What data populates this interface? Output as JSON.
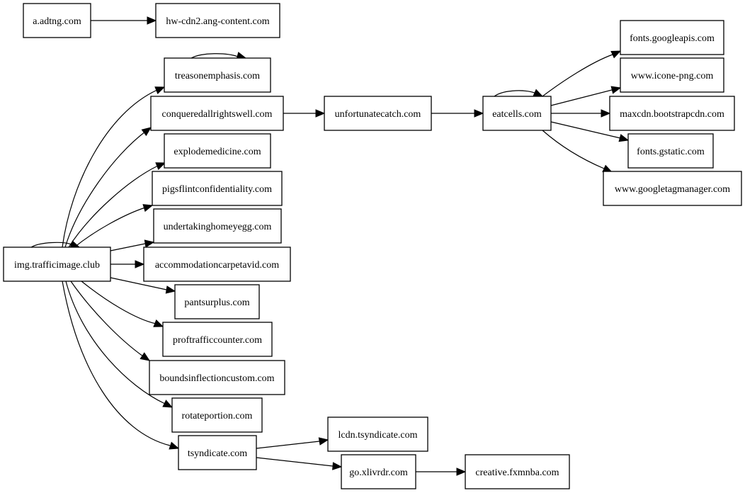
{
  "nodes": [
    {
      "id": "a_adtng",
      "label": "a.adtng.com"
    },
    {
      "id": "hw_cdn2",
      "label": "hw-cdn2.ang-content.com"
    },
    {
      "id": "treasonemphasis",
      "label": "treasonemphasis.com"
    },
    {
      "id": "conqueredallrightswell",
      "label": "conqueredallrightswell.com"
    },
    {
      "id": "unfortunatecatch",
      "label": "unfortunatecatch.com"
    },
    {
      "id": "eatcells",
      "label": "eatcells.com"
    },
    {
      "id": "fonts_googleapis",
      "label": "fonts.googleapis.com"
    },
    {
      "id": "icone_png",
      "label": "www.icone-png.com"
    },
    {
      "id": "maxcdn",
      "label": "maxcdn.bootstrapcdn.com"
    },
    {
      "id": "fonts_gstatic",
      "label": "fonts.gstatic.com"
    },
    {
      "id": "googletagmanager",
      "label": "www.googletagmanager.com"
    },
    {
      "id": "explodemedicine",
      "label": "explodemedicine.com"
    },
    {
      "id": "pigsflint",
      "label": "pigsflintconfidentiality.com"
    },
    {
      "id": "undertaking",
      "label": "undertakinghomeyegg.com"
    },
    {
      "id": "img_traffic",
      "label": "img.trafficimage.club"
    },
    {
      "id": "accommodation",
      "label": "accommodationcarpetavid.com"
    },
    {
      "id": "pantsurplus",
      "label": "pantsurplus.com"
    },
    {
      "id": "proftraffic",
      "label": "proftrafficcounter.com"
    },
    {
      "id": "boundsinflection",
      "label": "boundsinflectioncustom.com"
    },
    {
      "id": "rotateportion",
      "label": "rotateportion.com"
    },
    {
      "id": "tsyndicate",
      "label": "tsyndicate.com"
    },
    {
      "id": "lcdn_tsyndicate",
      "label": "lcdn.tsyndicate.com"
    },
    {
      "id": "go_xlivrdr",
      "label": "go.xlivrdr.com"
    },
    {
      "id": "creative_fxmnba",
      "label": "creative.fxmnba.com"
    }
  ],
  "edges": [
    {
      "from": "a_adtng",
      "to": "hw_cdn2"
    },
    {
      "from": "treasonemphasis",
      "to": "treasonemphasis"
    },
    {
      "from": "conqueredallrightswell",
      "to": "unfortunatecatch"
    },
    {
      "from": "unfortunatecatch",
      "to": "eatcells"
    },
    {
      "from": "eatcells",
      "to": "eatcells"
    },
    {
      "from": "eatcells",
      "to": "fonts_googleapis"
    },
    {
      "from": "eatcells",
      "to": "icone_png"
    },
    {
      "from": "eatcells",
      "to": "maxcdn"
    },
    {
      "from": "eatcells",
      "to": "fonts_gstatic"
    },
    {
      "from": "eatcells",
      "to": "googletagmanager"
    },
    {
      "from": "img_traffic",
      "to": "img_traffic"
    },
    {
      "from": "img_traffic",
      "to": "treasonemphasis"
    },
    {
      "from": "img_traffic",
      "to": "conqueredallrightswell"
    },
    {
      "from": "img_traffic",
      "to": "explodemedicine"
    },
    {
      "from": "img_traffic",
      "to": "pigsflint"
    },
    {
      "from": "img_traffic",
      "to": "undertaking"
    },
    {
      "from": "img_traffic",
      "to": "accommodation"
    },
    {
      "from": "img_traffic",
      "to": "pantsurplus"
    },
    {
      "from": "img_traffic",
      "to": "proftraffic"
    },
    {
      "from": "img_traffic",
      "to": "boundsinflection"
    },
    {
      "from": "img_traffic",
      "to": "rotateportion"
    },
    {
      "from": "img_traffic",
      "to": "tsyndicate"
    },
    {
      "from": "tsyndicate",
      "to": "lcdn_tsyndicate"
    },
    {
      "from": "tsyndicate",
      "to": "go_xlivrdr"
    },
    {
      "from": "go_xlivrdr",
      "to": "creative_fxmnba"
    }
  ]
}
